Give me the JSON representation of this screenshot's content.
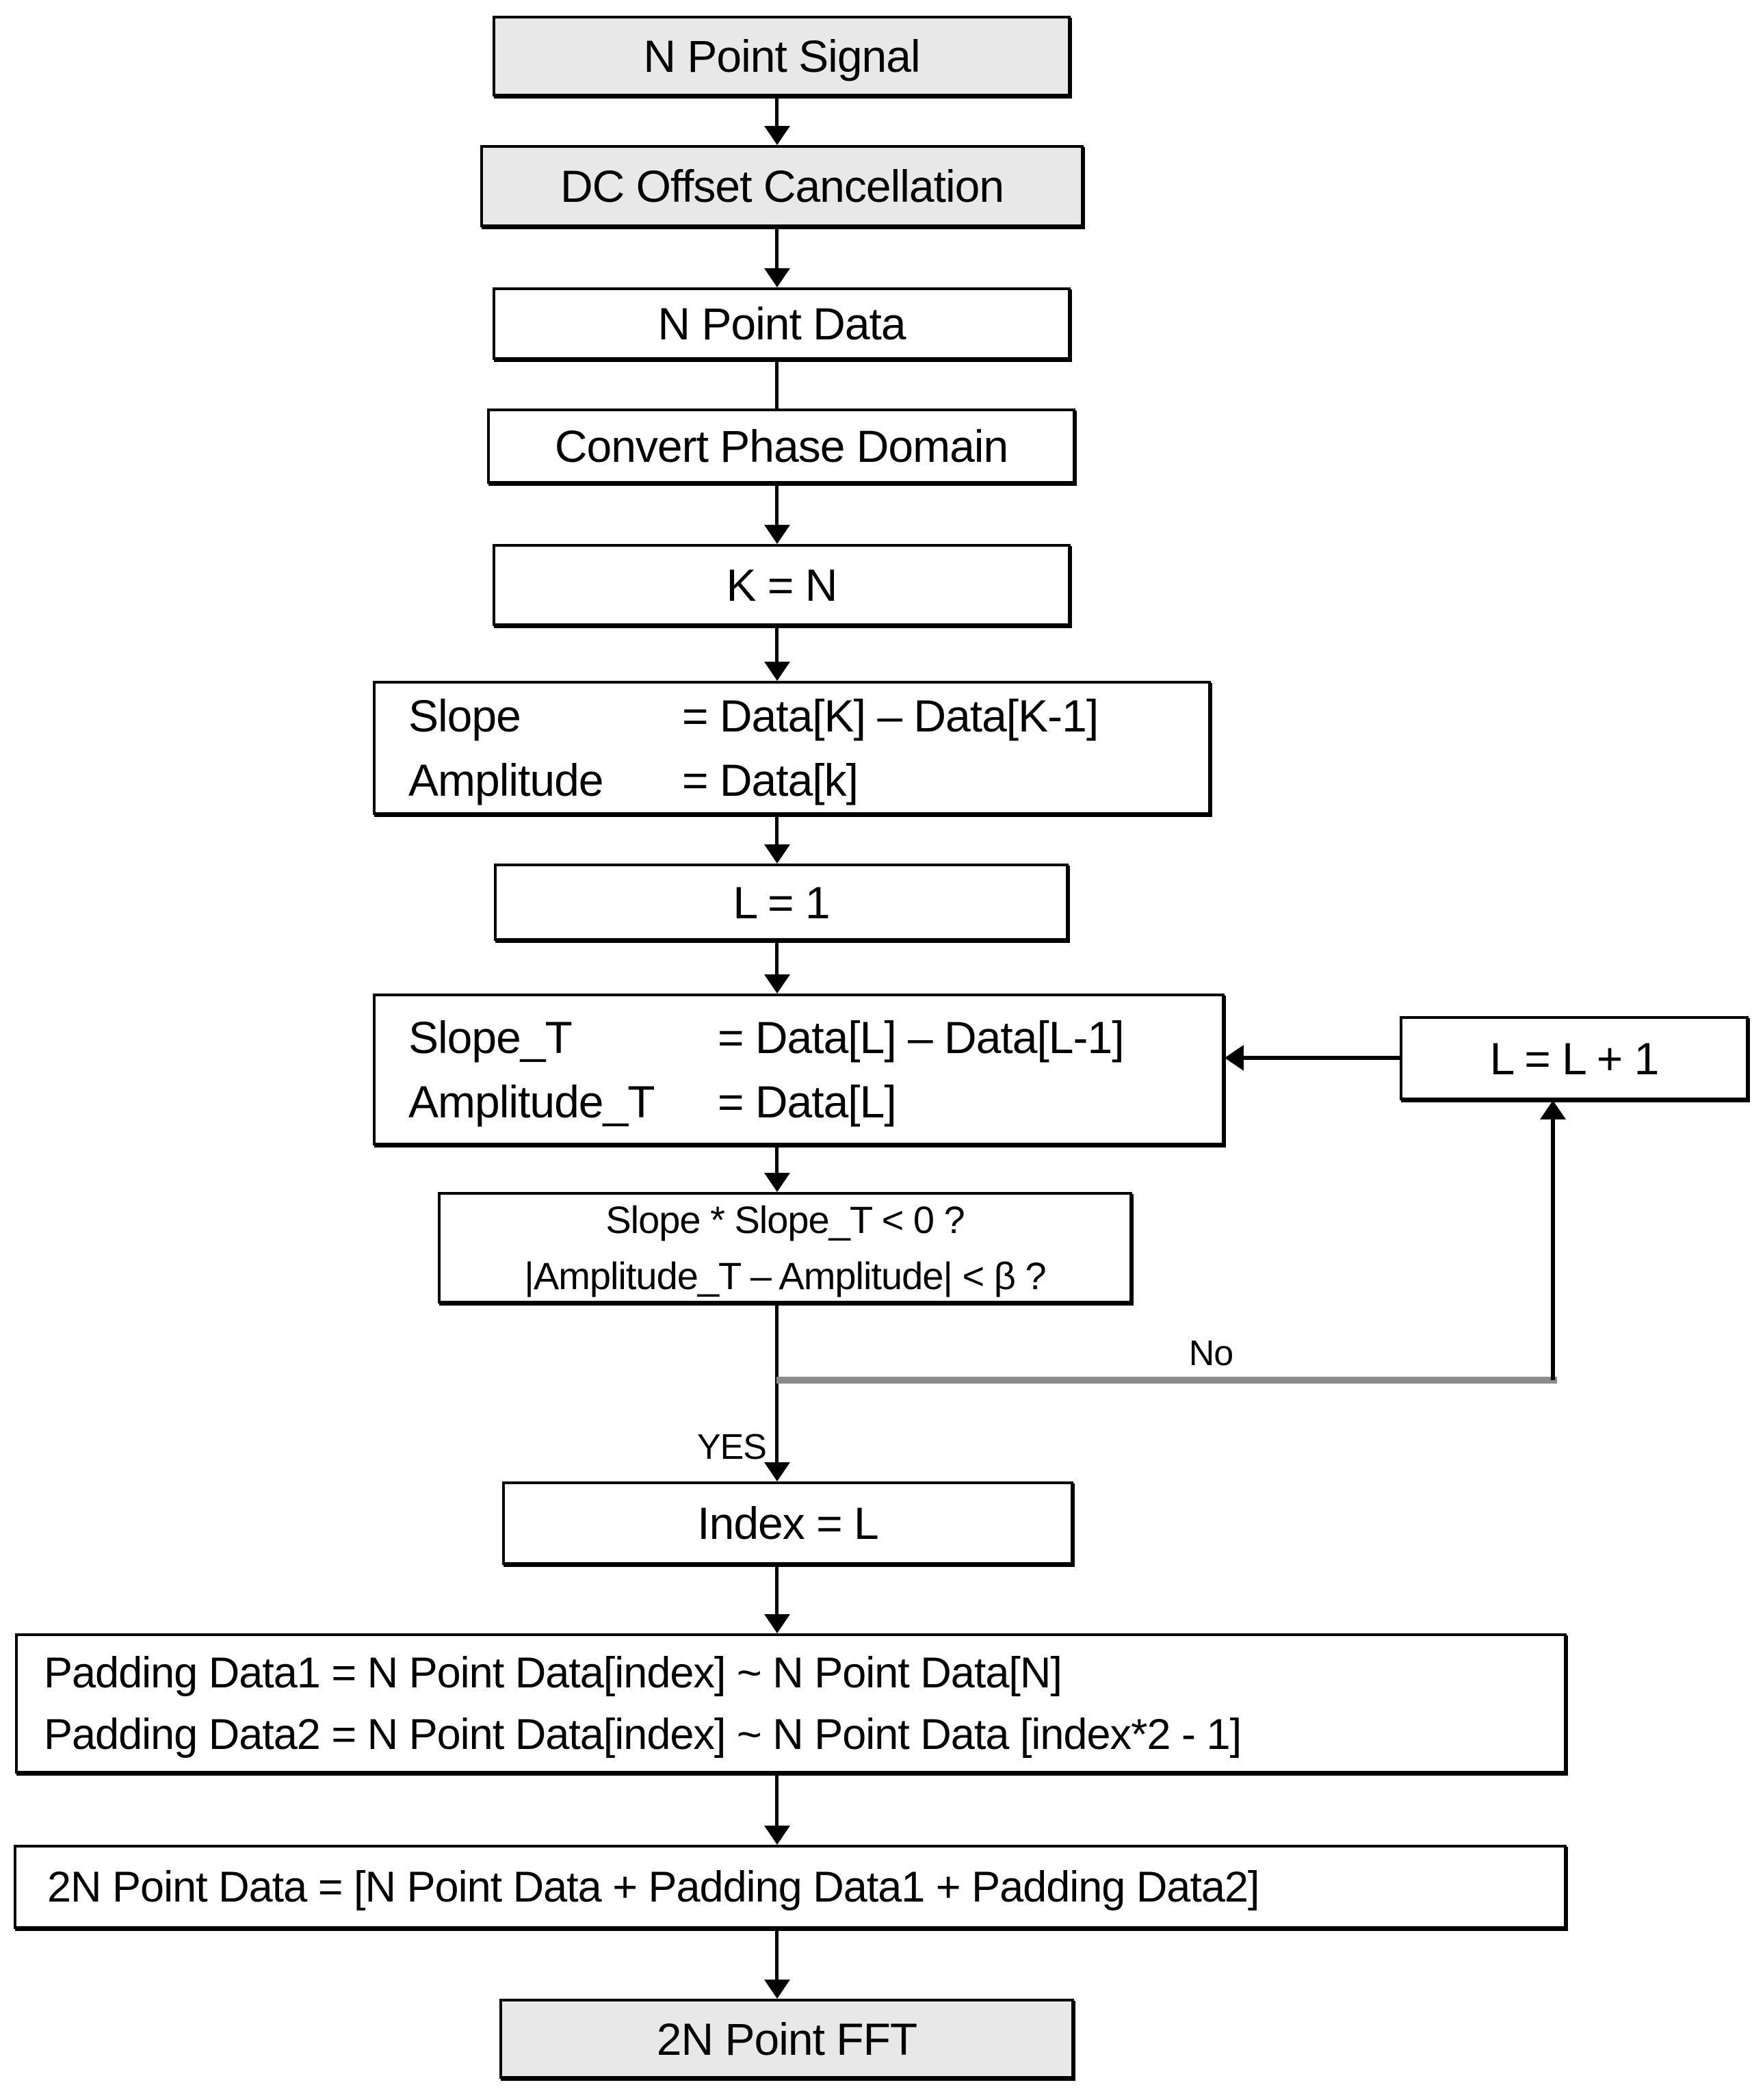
{
  "title": "2N-point FFT zero-padding flowchart",
  "labels": {
    "yes": "YES",
    "no": "No"
  },
  "nodes": {
    "signal": {
      "text": "N Point Signal"
    },
    "dc": {
      "text": "DC Offset Cancellation"
    },
    "ndata": {
      "text": "N Point Data"
    },
    "phase": {
      "text": "Convert Phase Domain"
    },
    "kn": {
      "text": "K = N"
    },
    "slope": {
      "rows": [
        {
          "lhs": "Slope",
          "rhs": "= Data[K] – Data[K-1]"
        },
        {
          "lhs": "Amplitude",
          "rhs": "= Data[k]"
        }
      ]
    },
    "l1": {
      "text": "L = 1"
    },
    "slopet": {
      "rows": [
        {
          "lhs": "Slope_T",
          "rhs": "= Data[L] – Data[L-1]"
        },
        {
          "lhs": "Amplitude_T",
          "rhs": "= Data[L]"
        }
      ]
    },
    "cond": {
      "line1": "Slope * Slope_T < 0 ?",
      "line2": "|Amplitude_T – Amplitude| < β ?"
    },
    "inc": {
      "text": "L = L + 1"
    },
    "index": {
      "text": "Index = L"
    },
    "padding": {
      "line1": "Padding Data1 = N Point Data[index] ~ N Point Data[N]",
      "line2": "Padding Data2 = N Point Data[index] ~ N Point Data [index*2 - 1]"
    },
    "concat": {
      "text": "2N Point Data = [N Point Data + Padding Data1 + Padding Data2]"
    },
    "fft": {
      "text": "2N Point FFT"
    }
  },
  "colors": {
    "terminal_fill": "#e8e8e8",
    "process_fill": "#ffffff",
    "border": "#000000",
    "connector": "#000000",
    "no_branch_line": "#8a8a8a",
    "text": "#000000"
  }
}
